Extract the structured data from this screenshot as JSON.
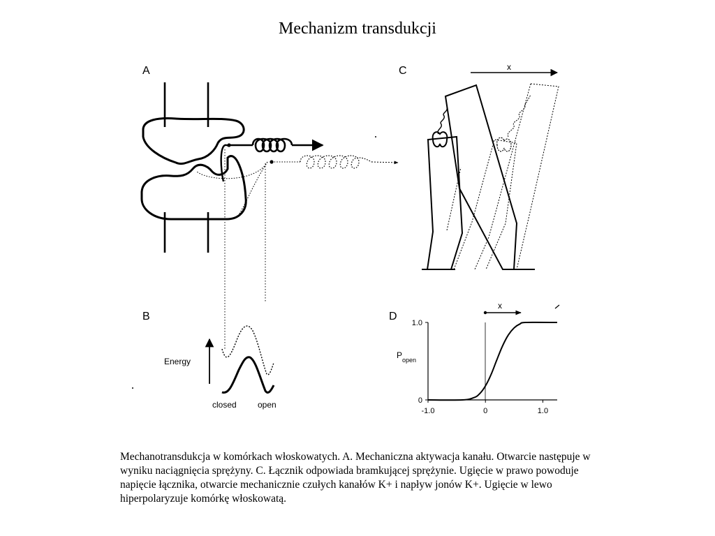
{
  "page": {
    "title": "Mechanizm transdukcji",
    "caption": "Mechanotransdukcja w komórkach włoskowatych. A. Mechaniczna aktywacja kanału. Otwarcie następuje w wyniku naciągnięcia sprężyny. C. Łącznik odpowiada bramkującej sprężynie. Ugięcie w prawo powoduje napięcie łącznika, otwarcie mechanicznie czułych kanałów K+ i napływ jonów K+. Ugięcie w lewo hiperpolaryzuje komórkę włoskowatą."
  },
  "panels": {
    "a": {
      "letter": "A"
    },
    "b": {
      "letter": "B",
      "energy_label": "Energy",
      "closed_label": "closed",
      "open_label": "open"
    },
    "c": {
      "letter": "C",
      "x_label": "x"
    },
    "d": {
      "letter": "D",
      "x_label": "x",
      "y_label_main": "P",
      "y_label_sub": "open",
      "y_ticks": [
        "1.0",
        "0"
      ],
      "x_ticks": [
        "-1.0",
        "0",
        "1.0"
      ]
    }
  },
  "chart_data": {
    "type": "line",
    "x": [
      -1.0,
      -0.4,
      -0.2,
      -0.1,
      0.0,
      0.1,
      0.2,
      0.3,
      0.4,
      0.5,
      0.6,
      0.7,
      1.25
    ],
    "y": [
      0.0,
      0.0,
      0.03,
      0.08,
      0.18,
      0.33,
      0.52,
      0.7,
      0.84,
      0.93,
      0.98,
      1.0,
      1.0
    ],
    "xlim": [
      -1.0,
      1.25
    ],
    "ylim": [
      0,
      1.0
    ],
    "xlabel": "",
    "ylabel": "P open"
  }
}
